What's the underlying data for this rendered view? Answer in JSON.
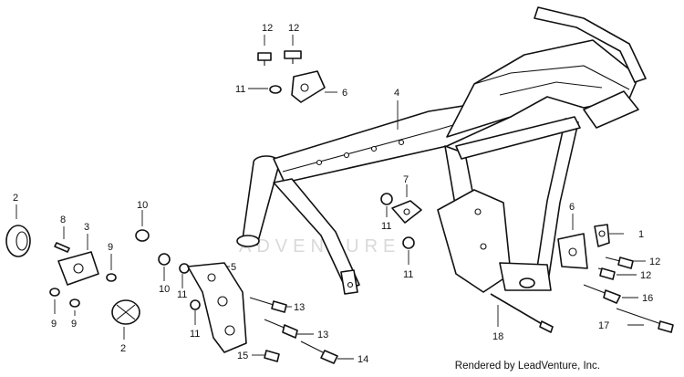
{
  "watermark": "ADVENTURE",
  "credit": "Rendered by LeadVenture, Inc.",
  "callouts": {
    "c12a": "12",
    "c12b": "12",
    "c11a": "11",
    "c6a": "6",
    "c4": "4",
    "c2a": "2",
    "c8": "8",
    "c3": "3",
    "c10a": "10",
    "c9a": "9",
    "c9b": "9",
    "c9c": "9",
    "c2b": "2",
    "c10b": "10",
    "c11b": "11",
    "c11c": "11",
    "c5": "5",
    "c13a": "13",
    "c13b": "13",
    "c15": "15",
    "c14": "14",
    "c7": "7",
    "c11d": "11",
    "c11e": "11",
    "c6b": "6",
    "c1": "1",
    "c12c": "12",
    "c12d": "12",
    "c16": "16",
    "c17": "17",
    "c18": "18"
  }
}
